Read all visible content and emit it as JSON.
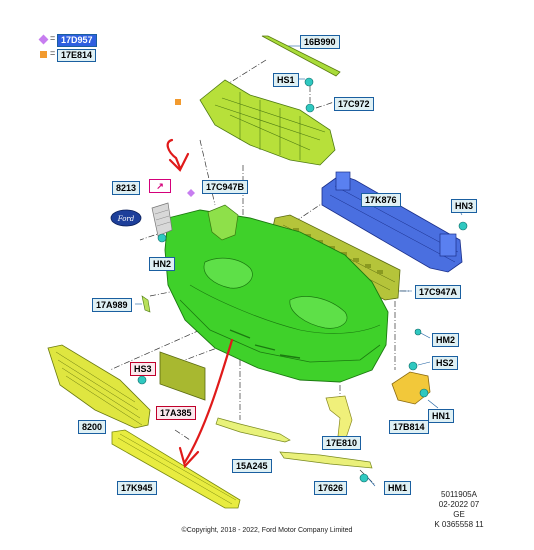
{
  "legend": [
    {
      "marker": "diamond",
      "color": "#c77df0",
      "label": "17D957",
      "label_bg": "#2f5fe0",
      "label_color": "#ffffff"
    },
    {
      "marker": "square",
      "color": "#f29a2e",
      "label": "17E814",
      "label_bg": "#dff0f4",
      "label_color": "#000000"
    }
  ],
  "callouts": {
    "c16B990": "16B990",
    "cHS1": "HS1",
    "c17C972": "17C972",
    "c8213": "8213",
    "c17C947B": "17C947B",
    "c17K876": "17K876",
    "cHN3": "HN3",
    "cHN2": "HN2",
    "c17C947A": "17C947A",
    "c17A989": "17A989",
    "cHM2": "HM2",
    "cHS3": "HS3",
    "cHS2": "HS2",
    "c17A385": "17A385",
    "cHN1": "HN1",
    "c17B814": "17B814",
    "c8200": "8200",
    "c17E810": "17E810",
    "c15A245": "15A245",
    "c17626": "17626",
    "cHM1": "HM1",
    "c17K945": "17K945"
  },
  "reference": {
    "line1": "5011905A",
    "line2": "02-2022 07",
    "line3": "GE",
    "line4": "K 0365558 11"
  },
  "copyright": "©Copyright, 2018 - 2022, Ford Motor Company Limited",
  "colors": {
    "bumper_green": "#3fd12a",
    "bracket_yellow_green": "#b7e03a",
    "reinforcement_blue": "#4a6fe0",
    "absorber_olive": "#b5c43a",
    "grille_yellow": "#dfe640",
    "fastener_teal": "#2fc8c0",
    "callout_border": "#1a5fa0",
    "annotation_red": "#e01a1a"
  }
}
